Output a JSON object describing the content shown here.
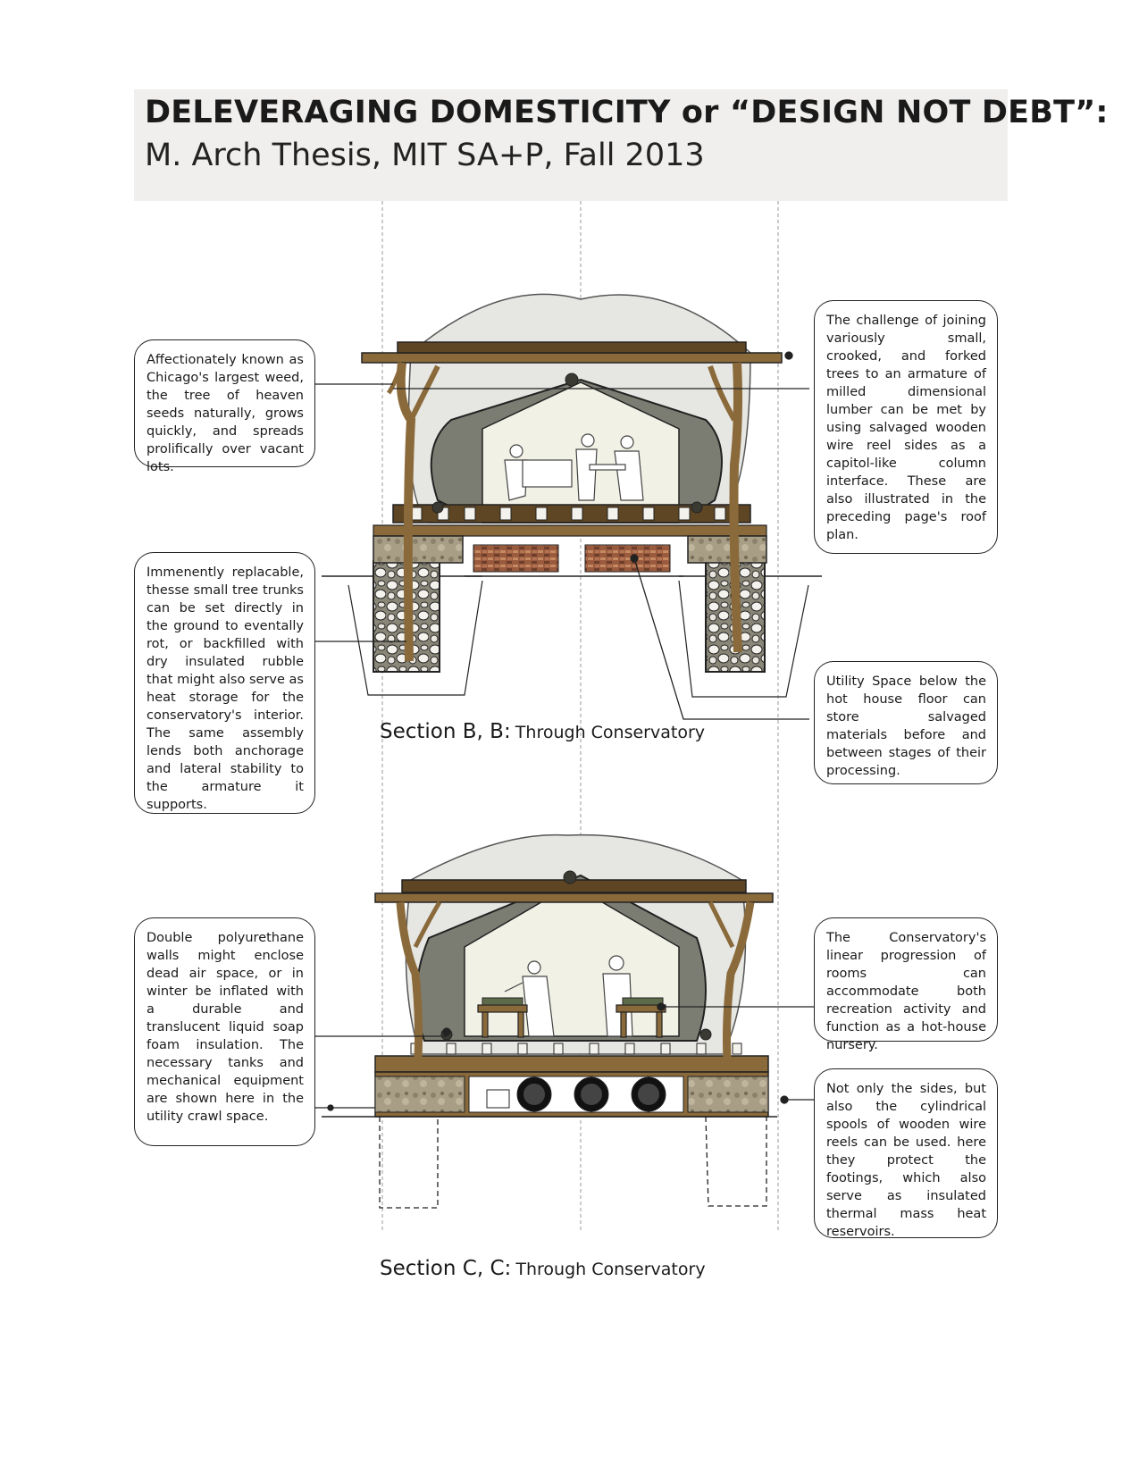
{
  "header": {
    "title": "DELEVERAGING DOMESTICITY or “DESIGN NOT DEBT”:",
    "subtitle": "M. Arch Thesis, MIT SA+P, Fall 2013"
  },
  "sections": [
    {
      "label": "Section B, B:",
      "sublabel": "Through Conservatory"
    },
    {
      "label": "Section C, C:",
      "sublabel": "Through Conservatory"
    }
  ],
  "callouts": {
    "tree_of_heaven": "Affectionately known as Chicago's largest weed, the tree of heaven seeds naturally, grows quickly, and spreads prolifically over vacant lots.",
    "replaceable_trunks": "Immenently replacable, thesse small tree trunks can be set directly in the ground to eventally rot, or backfilled with dry insulated rubble that might also serve as heat storage for the conservatory's interior. The same assembly lends both anchorage and lateral stability to the armature it supports.",
    "joining_trees": "The challenge of joining variously small, crooked, and forked trees to an armature of milled dimensional lumber can be met by using salvaged wooden wire reel sides as a capitol-like column interface. These are also illustrated in the preceding page's roof plan.",
    "utility_space": "Utility Space below the hot house floor can store salvaged materials before and between stages of their processing.",
    "double_walls": "Double polyurethane walls might enclose dead air space, or in winter be inflated with a durable and translucent liquid soap foam insulation. The necessary tanks and mechanical equipment are shown here in the utility crawl space.",
    "linear_progression": "The Conservatory's linear progression of rooms can accommodate both recreation activity and function as a hot-house nursery.",
    "cylindrical_spools": "Not only the sides, but also the cylindrical spools of wooden wire reels can be used. here they protect the footings, which also serve as insulated thermal mass heat reservoirs."
  },
  "colors": {
    "wood": "#8a6a3a",
    "wood_dark": "#5e4523",
    "tent_gray": "#7c7d72",
    "membrane": "#e6e6e3",
    "interior": "#f2f1e6",
    "stone": "#a89e86",
    "brick": "#9a5a3e",
    "header_bg": "#f0efed"
  }
}
